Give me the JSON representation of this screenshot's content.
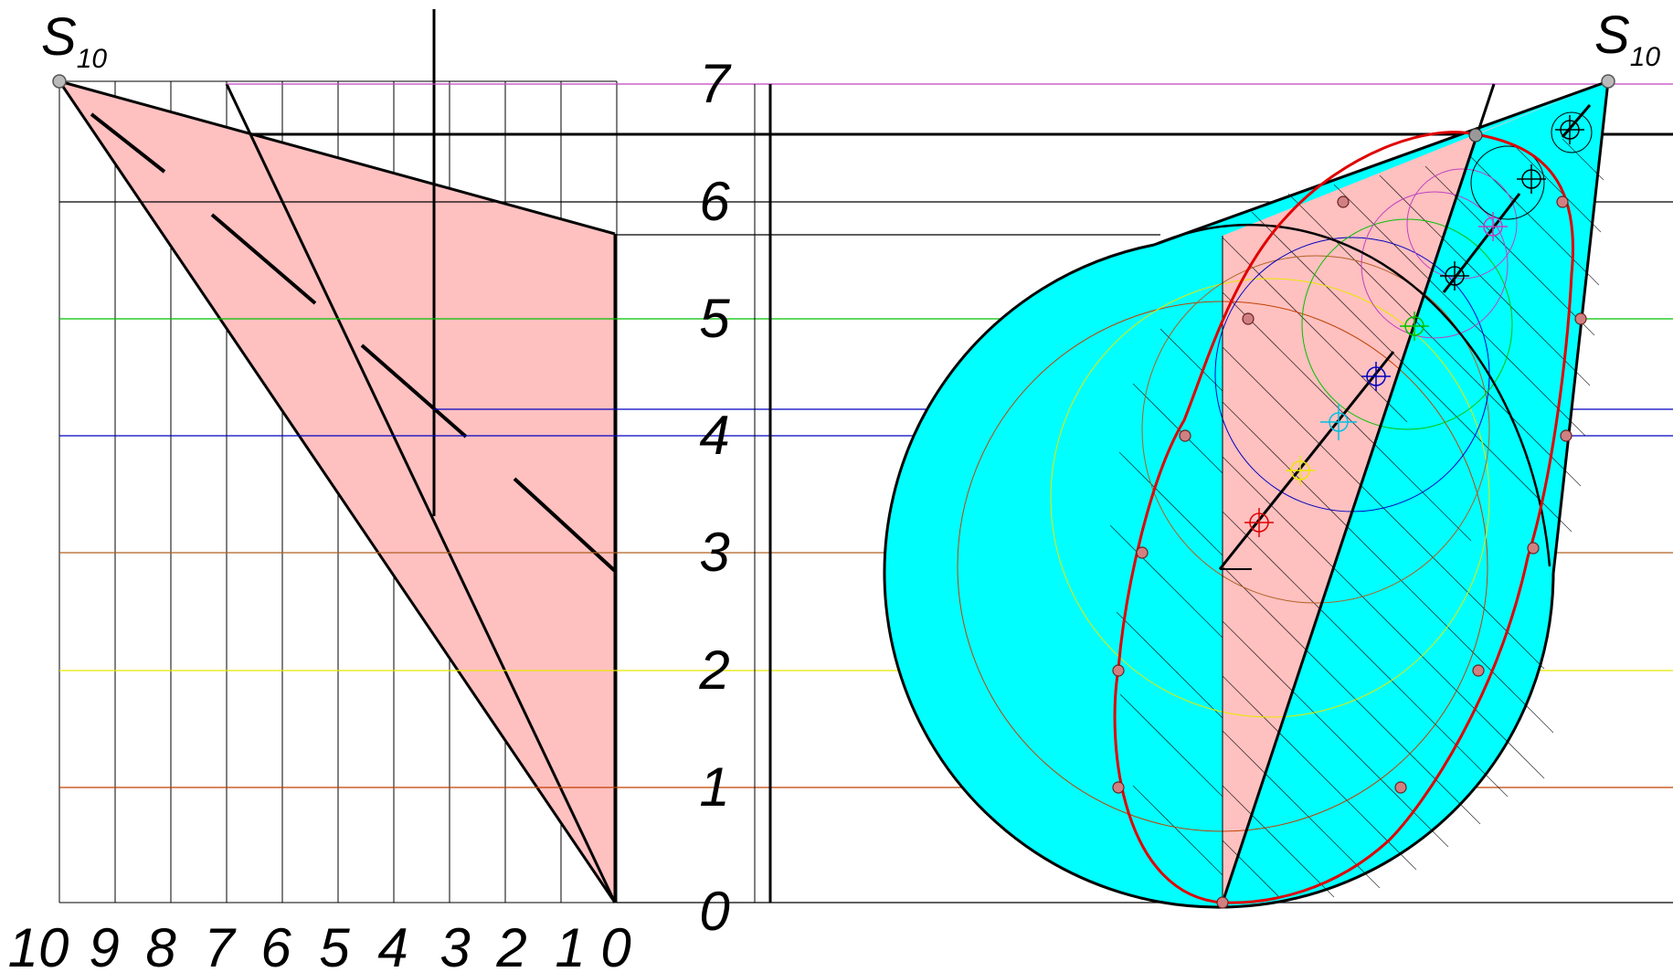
{
  "left_view": {
    "apex_label": "S",
    "apex_subscript": "10",
    "bottom_scale": [
      "10",
      "9",
      "8",
      "7",
      "6",
      "5",
      "4",
      "3",
      "2",
      "1",
      "0"
    ]
  },
  "right_view": {
    "apex_label": "S",
    "apex_subscript": "10"
  },
  "level_scale": [
    "0",
    "1",
    "2",
    "3",
    "4",
    "5",
    "6",
    "7"
  ],
  "colors": {
    "section_fill": "#ffc0c0",
    "cone_fill": "#00ffff",
    "section_curve": "#e00000",
    "construction_point": "#d08080",
    "level_1": "#c04000",
    "level_2": "#e8e800",
    "level_3": "#b06020",
    "level_4": "#0000c0",
    "level_5": "#00c000",
    "level_7": "#c040c0"
  }
}
